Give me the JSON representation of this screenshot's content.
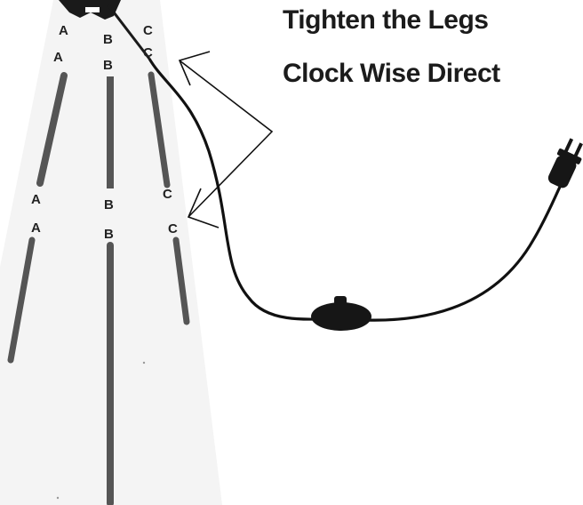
{
  "instructions": {
    "line1": "Tighten the Legs",
    "line2": "Clock Wise Direct"
  },
  "legs": [
    {
      "name": "A",
      "upper_labels": [
        "A",
        "A"
      ],
      "lower_labels": [
        "A",
        "A"
      ]
    },
    {
      "name": "B",
      "upper_labels": [
        "B",
        "B"
      ],
      "lower_labels": [
        "B",
        "B"
      ]
    },
    {
      "name": "C",
      "upper_labels": [
        "C",
        "C"
      ],
      "lower_labels": [
        "C",
        "C"
      ]
    }
  ],
  "colors": {
    "background": "#ffffff",
    "leg": "#555555",
    "cable": "#111111",
    "text": "#1b1b1b"
  },
  "icons": [
    "tripod-head-icon",
    "plug-icon",
    "inline-switch-icon",
    "arrow-icon"
  ]
}
